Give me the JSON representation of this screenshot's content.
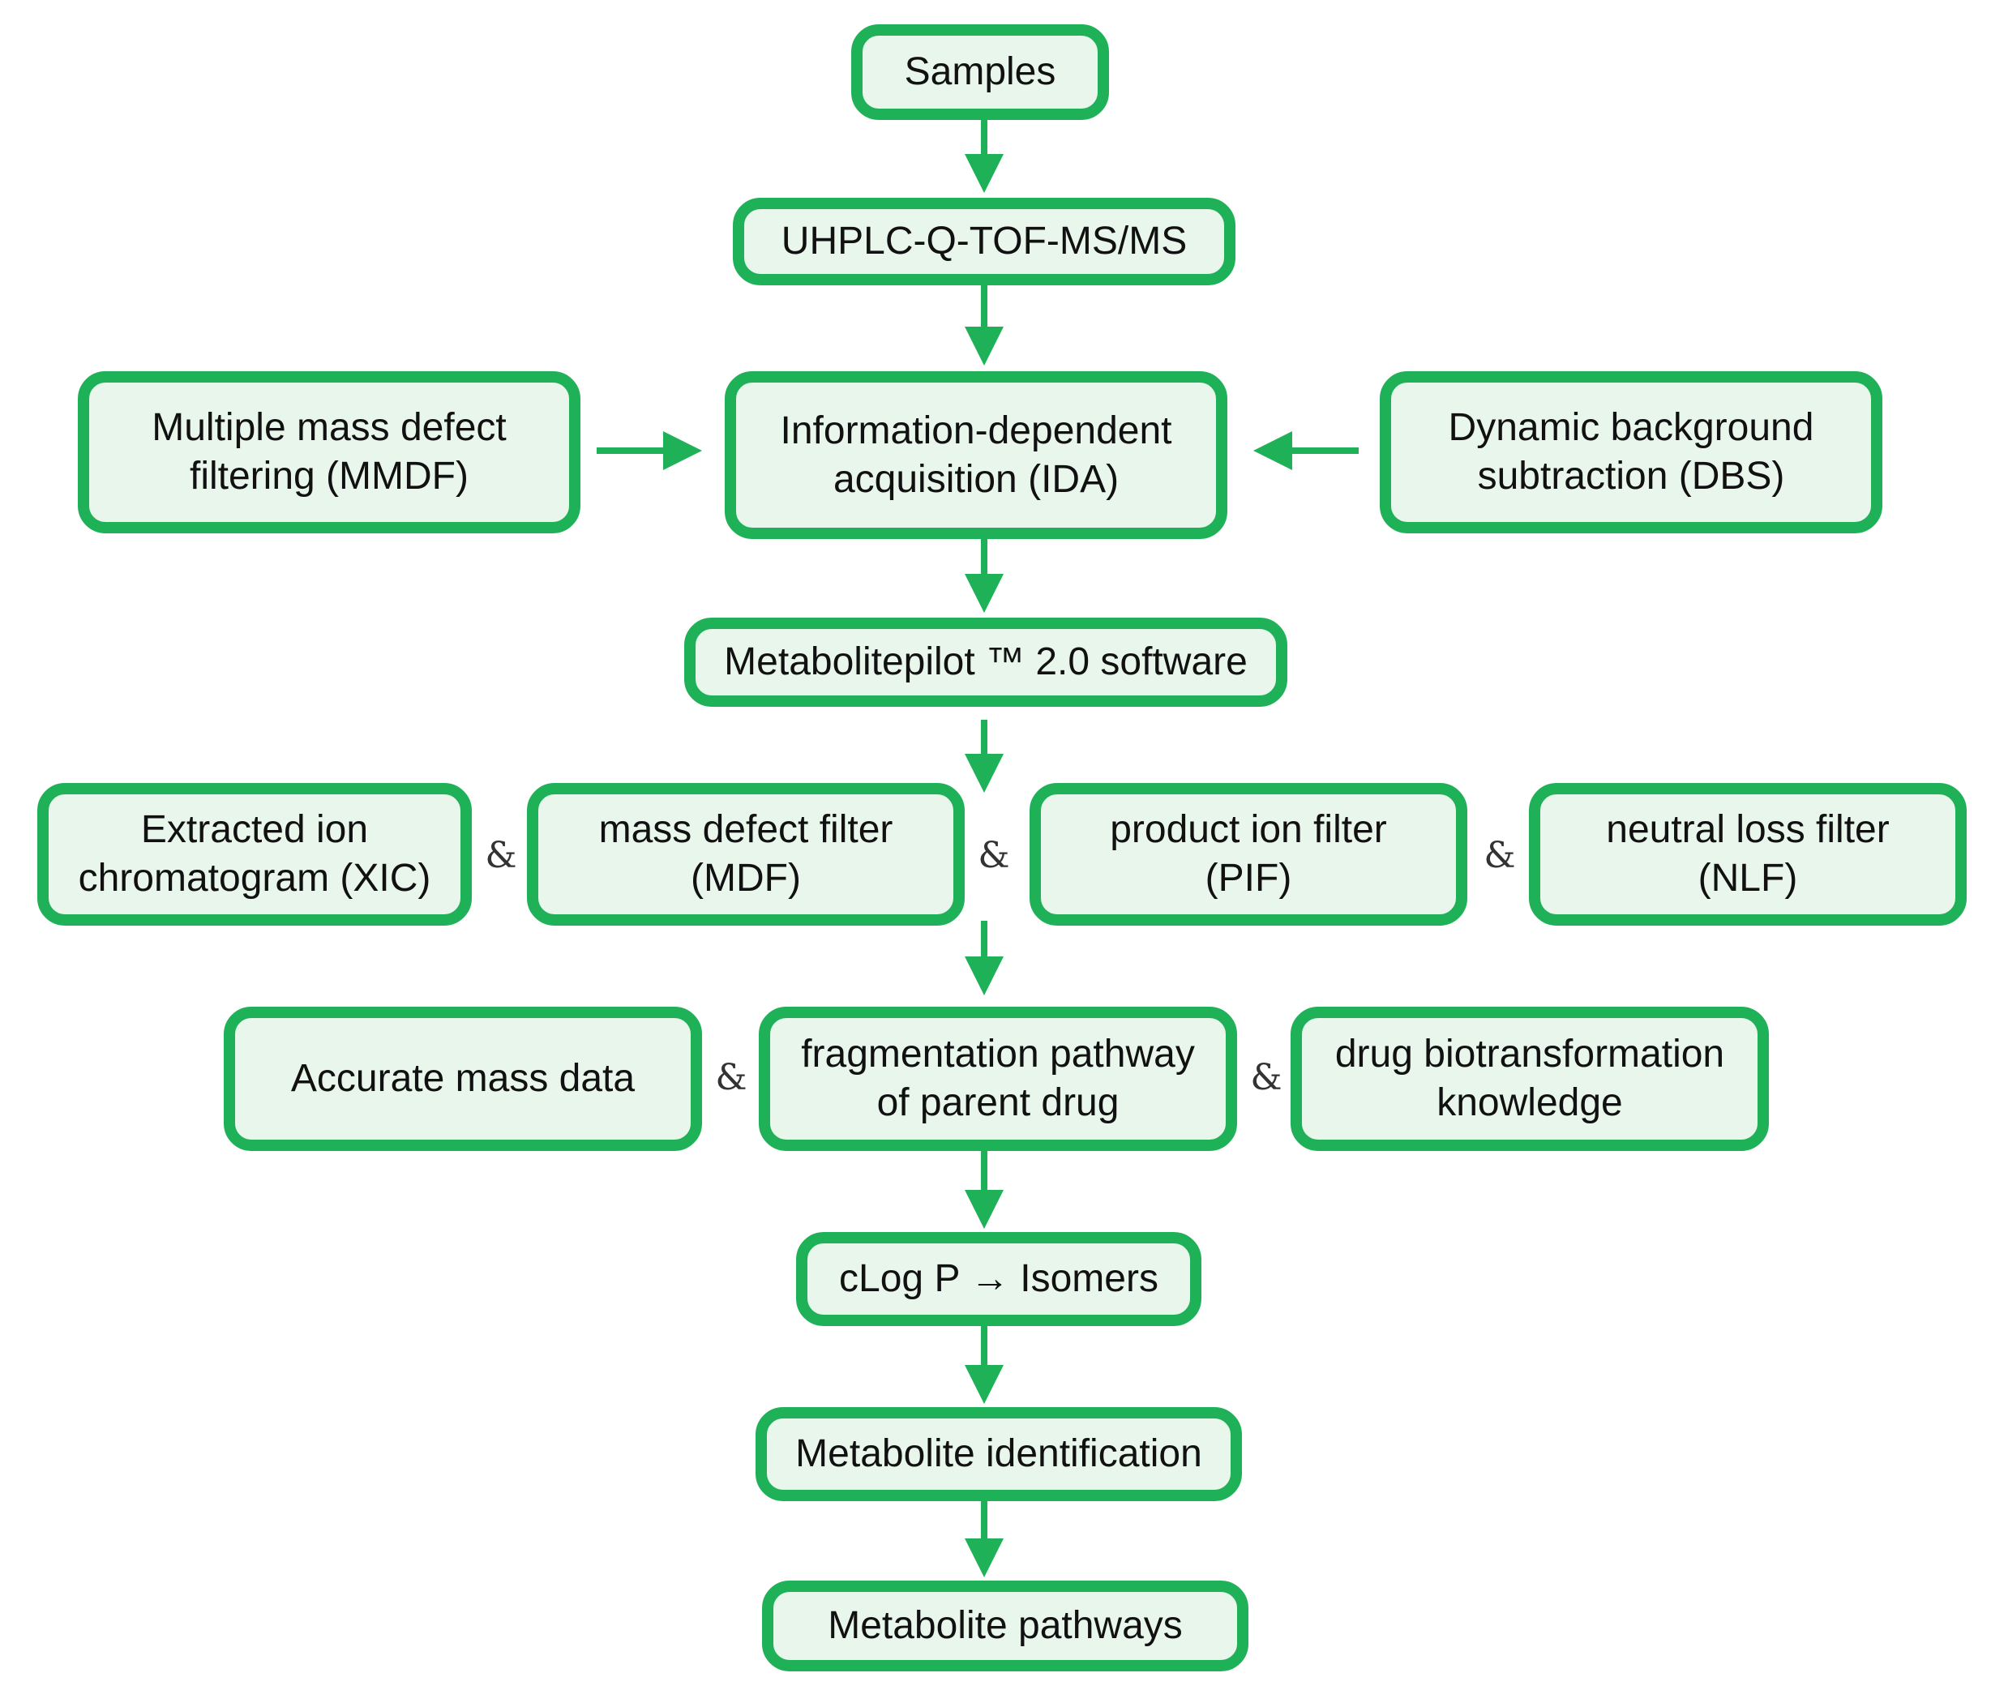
{
  "colors": {
    "accent": "#1fb157",
    "box_fill": "#e8f6ec",
    "text": "#111111"
  },
  "boxes": {
    "samples": "Samples",
    "uhplc": "UHPLC-Q-TOF-MS/MS",
    "mmdf": "Multiple mass defect\nfiltering (MMDF)",
    "ida": "Information-dependent\nacquisition (IDA)",
    "dbs": "Dynamic background\nsubtraction (DBS)",
    "software": "Metabolitepilot ™ 2.0 software",
    "xic": "Extracted ion\nchromatogram (XIC)",
    "mdf": "mass defect filter\n(MDF)",
    "pif": "product ion filter\n(PIF)",
    "nlf": "neutral loss filter\n(NLF)",
    "accurate": "Accurate mass data",
    "fragmentation": "fragmentation pathway\nof parent drug",
    "biotransformation": "drug biotransformation\nknowledge",
    "clogp": "cLog P → Isomers",
    "identification": "Metabolite identification",
    "pathways": "Metabolite pathways"
  },
  "connector": "&"
}
